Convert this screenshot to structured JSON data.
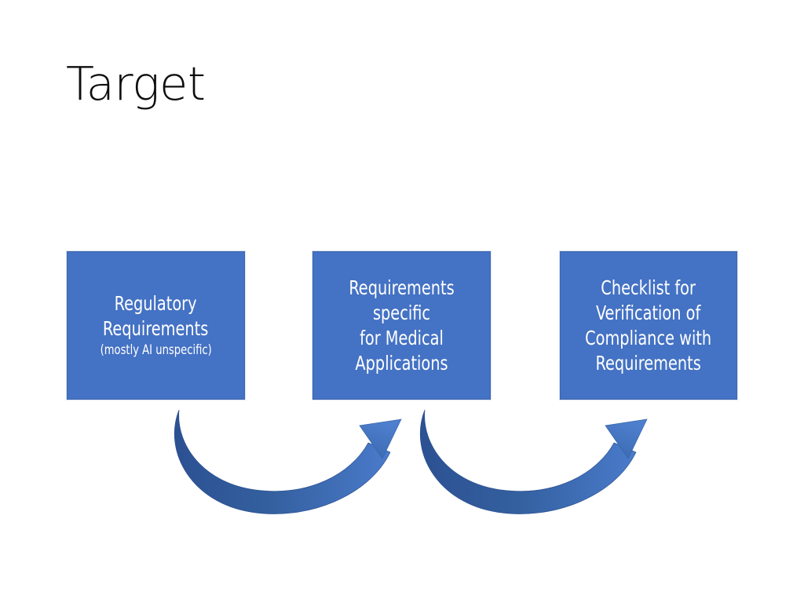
{
  "slide": {
    "title": "Target",
    "background_color": "#FFFFFF",
    "title_color": "#0D0D0D"
  },
  "theme": {
    "box_fill": "#4472C4",
    "box_border": "#3C66B0",
    "box_text_color": "#FFFFFF",
    "arrow_dark": "#2E5596",
    "arrow_light": "#4472C4"
  },
  "diagram": {
    "type": "process-flow",
    "direction": "left-to-right",
    "boxes": [
      {
        "id": "regulatory",
        "text": "Regulatory\nRequirements",
        "subtext": "(mostly AI unspecific)",
        "fill": "#4472C4"
      },
      {
        "id": "medical",
        "text": "Requirements specific\nfor Medical\nApplications",
        "subtext": "",
        "fill": "#4472C4"
      },
      {
        "id": "checklist",
        "text": "Checklist for\nVerification of\nCompliance with\nRequirements",
        "subtext": "",
        "fill": "#4472C4"
      }
    ],
    "arrows": [
      {
        "id": "arrow-1",
        "from": "regulatory",
        "to": "medical",
        "style": "curved-up-arrow"
      },
      {
        "id": "arrow-2",
        "from": "medical",
        "to": "checklist",
        "style": "curved-up-arrow"
      }
    ]
  }
}
